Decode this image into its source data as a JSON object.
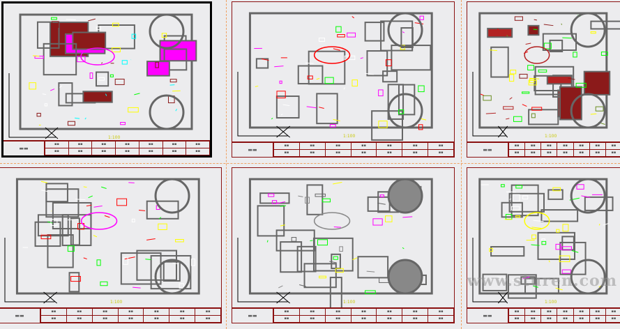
{
  "sheets": [
    {
      "scale": "1:100",
      "active": true
    },
    {
      "scale": "1:100",
      "active": false
    },
    {
      "scale": "1:100",
      "active": false
    },
    {
      "scale": "1:100",
      "active": false
    },
    {
      "scale": "1:100",
      "active": false
    },
    {
      "scale": "1:100",
      "active": false
    }
  ],
  "watermark": "www.sturen.com",
  "colors": {
    "wall": "#666666",
    "accent_red": "#8b1a1a",
    "cad_green": "#00ff00",
    "cad_magenta": "#ff00ff",
    "cad_yellow": "#ffff00",
    "cad_cyan": "#00ffff",
    "frame": "#8a1010"
  }
}
